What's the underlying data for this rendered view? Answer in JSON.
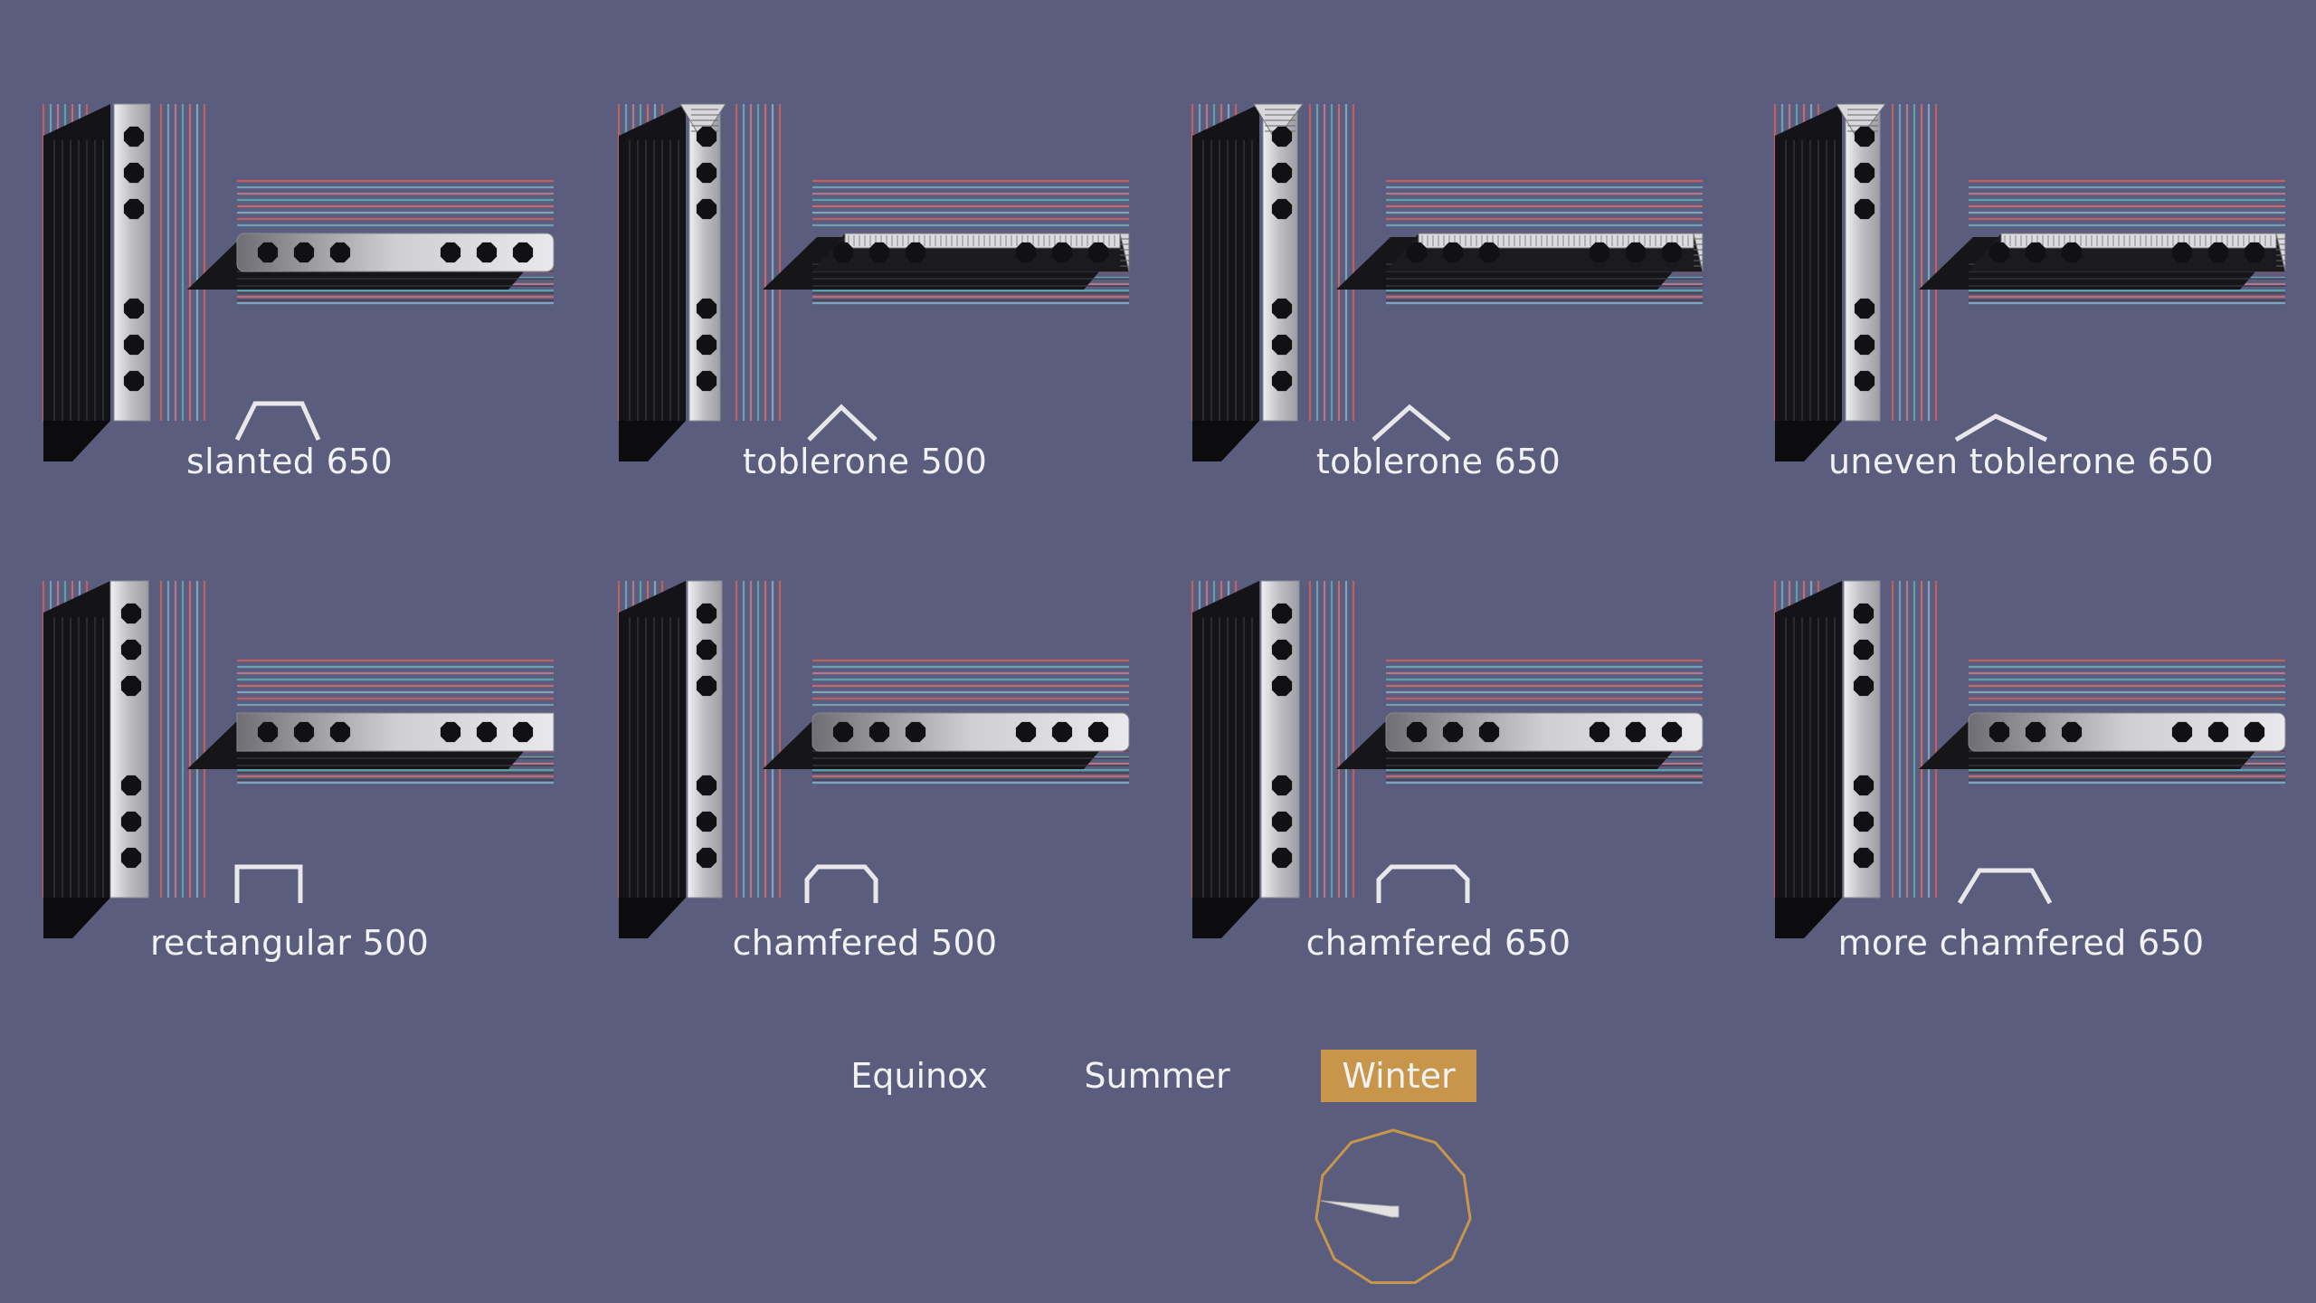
{
  "accent_color": "#c8964a",
  "background_color": "#5b5d7e",
  "profiles": [
    {
      "id": "slanted-650",
      "label": "slanted 650",
      "profile": "slanted"
    },
    {
      "id": "toblerone-500",
      "label": "toblerone 500",
      "profile": "toblerone-500"
    },
    {
      "id": "toblerone-650",
      "label": "toblerone 650",
      "profile": "toblerone-650"
    },
    {
      "id": "uneven-toblerone-650",
      "label": "uneven toblerone 650",
      "profile": "uneven-toblerone"
    },
    {
      "id": "rectangular-500",
      "label": "rectangular 500",
      "profile": "rectangular"
    },
    {
      "id": "chamfered-500",
      "label": "chamfered 500",
      "profile": "chamfered-500"
    },
    {
      "id": "chamfered-650",
      "label": "chamfered 650",
      "profile": "chamfered-650"
    },
    {
      "id": "more-chamfered-650",
      "label": "more chamfered 650",
      "profile": "more-chamfered"
    }
  ],
  "seasons": {
    "items": [
      {
        "label": "Equinox"
      },
      {
        "label": "Summer"
      },
      {
        "label": "Winter"
      }
    ],
    "selected": "Winter"
  },
  "sun_compass": {
    "icon": "sun-direction-compass-icon",
    "pointer_icon": "sun-pointer-icon"
  }
}
